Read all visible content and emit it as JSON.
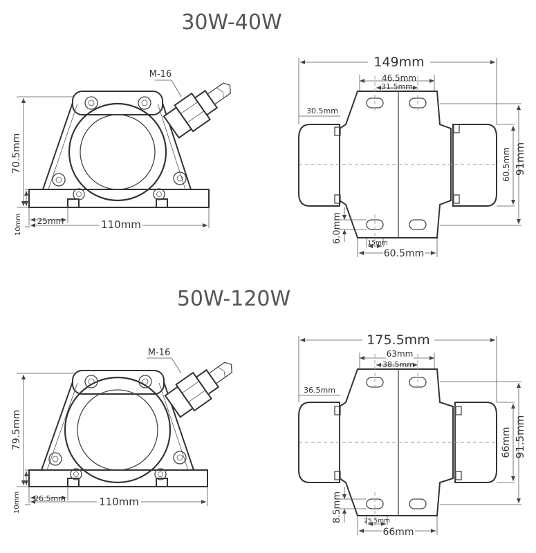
{
  "sections": [
    {
      "title": "30W-40W",
      "side": {
        "cable": "M-16",
        "height": "70.5mm",
        "base": "10mm",
        "offset": "25mm",
        "width": "110mm"
      },
      "top": {
        "length": "149mm",
        "slot_outer": "46.5mm",
        "slot_inner": "31.5mm",
        "overhang": "30.5mm",
        "inner_width": "60.5mm",
        "outer_width": "91mm",
        "slot_depth": "6.0mm",
        "slot_len": "15mm",
        "base_len": "60.5mm"
      }
    },
    {
      "title": "50W-120W",
      "side": {
        "cable": "M-16",
        "height": "79.5mm",
        "base": "10mm",
        "offset": "26.5mm",
        "width": "110mm"
      },
      "top": {
        "length": "175.5mm",
        "slot_outer": "63mm",
        "slot_inner": "38.5mm",
        "overhang": "36.5mm",
        "inner_width": "66mm",
        "outer_width": "91.5mm",
        "slot_depth": "8.5mm",
        "slot_len": "25.5mm",
        "base_len": "66mm"
      }
    }
  ]
}
